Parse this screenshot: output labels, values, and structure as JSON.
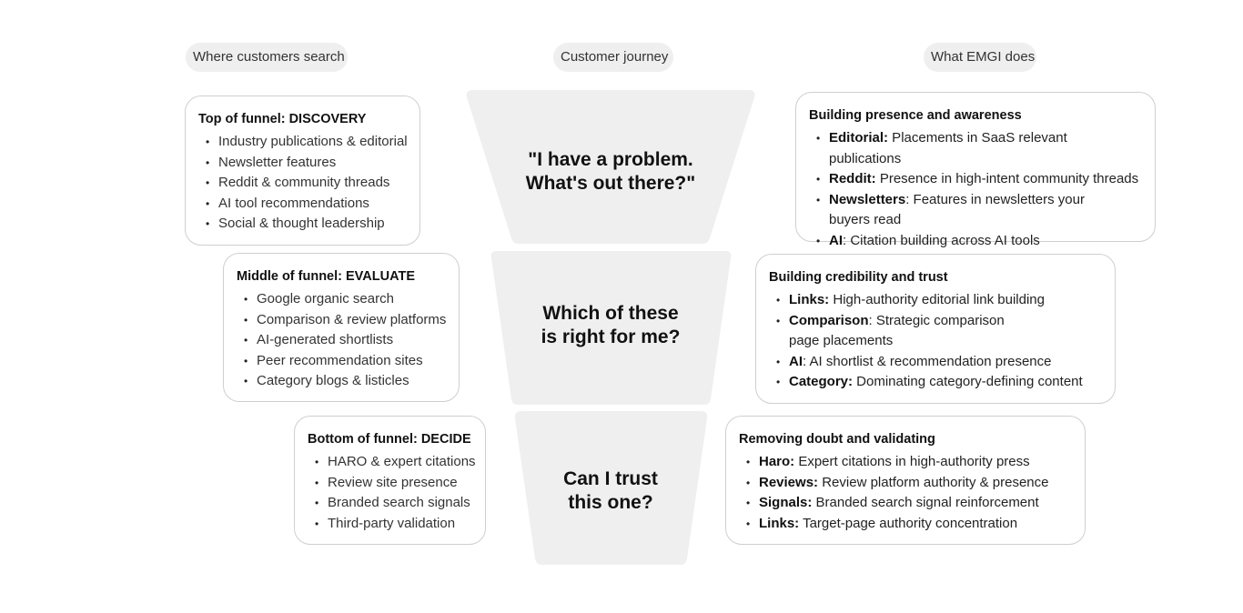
{
  "headers": {
    "left": "Where customers search",
    "center": "Customer journey",
    "right": "What EMGI does"
  },
  "stages": [
    {
      "question_line1": "\"I have a problem.",
      "question_line2": "What's out there?\"",
      "search_title": "Top of funnel: DISCOVERY",
      "search_items": [
        "Industry publications & editorial",
        "Newsletter features",
        "Reddit & community threads",
        "AI tool recommendations",
        "Social & thought leadership"
      ],
      "action_title": "Building presence and awareness",
      "action_items": [
        {
          "label": "Editorial:",
          "text": " Placements in SaaS relevant publications"
        },
        {
          "label": "Reddit:",
          "text": " Presence in high-intent community threads"
        },
        {
          "label": "Newsletters",
          "text": ": Features in newsletters your buyers read"
        },
        {
          "label": "AI",
          "text": ": Citation building across AI tools"
        }
      ]
    },
    {
      "question_line1": "Which of these",
      "question_line2": "is right for me?",
      "search_title": "Middle of funnel: EVALUATE",
      "search_items": [
        "Google organic search",
        "Comparison & review platforms",
        "AI-generated shortlists",
        "Peer recommendation sites",
        "Category blogs & listicles"
      ],
      "action_title": "Building credibility and trust",
      "action_items": [
        {
          "label": "Links:",
          "text": " High-authority editorial link building"
        },
        {
          "label": "Comparison",
          "text": ": Strategic comparison page placements"
        },
        {
          "label": "AI",
          "text": ": AI shortlist & recommendation presence"
        },
        {
          "label": "Category:",
          "text": " Dominating category-defining content"
        }
      ]
    },
    {
      "question_line1": "Can I trust",
      "question_line2": "this one?",
      "search_title": "Bottom of funnel: DECIDE",
      "search_items": [
        "HARO & expert citations",
        "Review site presence",
        "Branded search signals",
        "Third-party validation"
      ],
      "action_title": "Removing doubt and validating",
      "action_items": [
        {
          "label": "Haro:",
          "text": " Expert citations in high-authority press"
        },
        {
          "label": "Reviews:",
          "text": " Review platform authority & presence"
        },
        {
          "label": "Signals:",
          "text": " Branded search signal reinforcement"
        },
        {
          "label": "Links:",
          "text": " Target-page authority concentration"
        }
      ]
    }
  ],
  "colors": {
    "funnel_fill": "#efefef",
    "pill_fill": "#efefef",
    "box_border": "#cfcfcf"
  }
}
